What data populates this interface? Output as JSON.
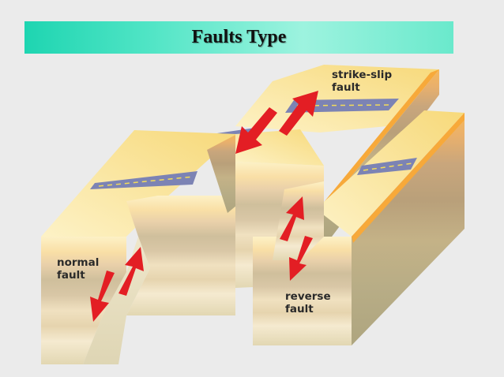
{
  "title": "Faults Type",
  "labels": {
    "strike_slip_line1": "strike-slip",
    "strike_slip_line2": "fault",
    "normal_line1": "normal",
    "normal_line2": "fault",
    "reverse_line1": "reverse",
    "reverse_line2": "fault"
  },
  "colors": {
    "background": "#ebebeb",
    "arrow": "#e31e24",
    "road": "#7c83b4",
    "top_surface": "#fbe8a5",
    "side_face": "#b9b289"
  }
}
